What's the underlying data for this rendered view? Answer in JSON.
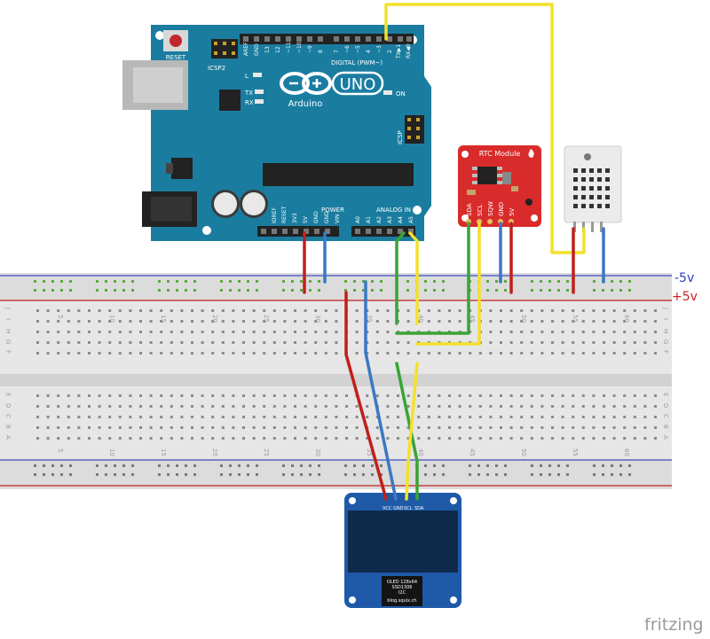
{
  "arduino": {
    "reset": "RESET",
    "icsp2": "ICSP2",
    "icsp": "ICSP",
    "digital": "DIGITAL (PWM~)",
    "led_l": "L",
    "led_tx": "TX",
    "led_rx": "RX",
    "on": "ON",
    "uno": "UNO",
    "brand": "Arduino",
    "power": "POWER",
    "analog": "ANALOG IN",
    "aref": "AREF",
    "gnd": "GND",
    "txd": "TX▶1",
    "rxd": "RX◀0",
    "top_pins": [
      "13",
      "12",
      "~11",
      "~10",
      "~9",
      "8",
      "7",
      "~6",
      "~5",
      "4",
      "~3",
      "2"
    ],
    "power_pins": [
      "IOREF",
      "RESET",
      "3V3",
      "5V",
      "GND",
      "GND",
      "VIN"
    ],
    "analog_pins": [
      "A0",
      "A1",
      "A2",
      "A3",
      "A4",
      "A5"
    ]
  },
  "rtc": {
    "title": "RTC Module",
    "pins": [
      "SDA",
      "SCL",
      "SQW",
      "GND",
      "5V"
    ]
  },
  "oled": {
    "pins": [
      "VCC",
      "GND",
      "SCL",
      "SDA"
    ],
    "label_lines": [
      "OLED 128x64",
      "SSD1306",
      "I2C",
      "blog.squix.ch"
    ]
  },
  "breadboard": {
    "minus_label": "-5v",
    "plus_label": "+5v",
    "top_numbers": [
      "5",
      "10",
      "15",
      "20",
      "25",
      "30",
      "35",
      "40",
      "45",
      "50",
      "55",
      "60"
    ],
    "bottom_numbers": [
      "5",
      "10",
      "15",
      "20",
      "25",
      "30",
      "35",
      "40",
      "45",
      "50",
      "55",
      "60"
    ],
    "row_letters_top": [
      "J",
      "I",
      "H",
      "G",
      "F"
    ],
    "row_letters_bottom": [
      "E",
      "D",
      "C",
      "B",
      "A"
    ]
  },
  "watermark": "fritzing",
  "colors": {
    "arduino_board": "#1a7da0",
    "rtc_board": "#d92b2b",
    "oled_board": "#1e5aa8",
    "wire_red": "#c0201a",
    "wire_blue": "#3a78c4",
    "wire_green": "#3aa335",
    "wire_yellow": "#f2e12c",
    "rail_blue": "#3c4fc4",
    "rail_red": "#c42323"
  }
}
